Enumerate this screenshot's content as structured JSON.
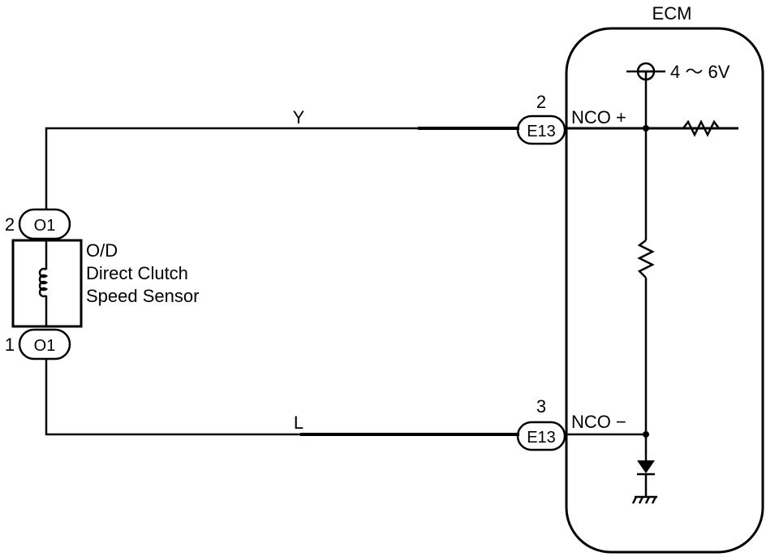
{
  "ecm": {
    "title": "ECM",
    "supply_label": "4 ～ 6V",
    "terminal_plus": "NCO +",
    "terminal_minus": "NCO −"
  },
  "wires": {
    "upper_color": "Y",
    "lower_color": "L"
  },
  "connectors": {
    "sensor_pin_top": "2",
    "sensor_pin_bottom": "1",
    "sensor_code": "O1",
    "ecm_pin_top": "2",
    "ecm_pin_bottom": "3",
    "ecm_code": "E13"
  },
  "sensor": {
    "line1": "O/D",
    "line2": "Direct Clutch",
    "line3": "Speed Sensor"
  }
}
